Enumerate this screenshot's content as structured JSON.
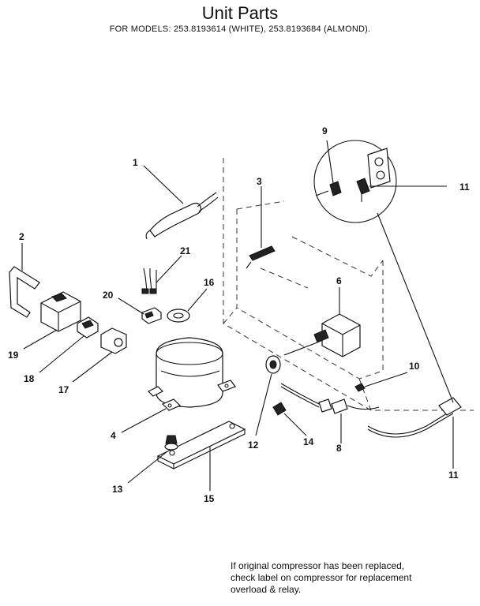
{
  "header": {
    "title": "Unit Parts",
    "subtitle": "FOR MODELS:  253.8193614 (WHITE), 253.8193684 (ALMOND)."
  },
  "callouts": [
    {
      "id": "c1",
      "label": "1"
    },
    {
      "id": "c2",
      "label": "2"
    },
    {
      "id": "c3",
      "label": "3"
    },
    {
      "id": "c4",
      "label": "4"
    },
    {
      "id": "c6",
      "label": "6"
    },
    {
      "id": "c8",
      "label": "8"
    },
    {
      "id": "c9",
      "label": "9"
    },
    {
      "id": "c10",
      "label": "10"
    },
    {
      "id": "c11a",
      "label": "11"
    },
    {
      "id": "c11b",
      "label": "11"
    },
    {
      "id": "c12",
      "label": "12"
    },
    {
      "id": "c13",
      "label": "13"
    },
    {
      "id": "c14",
      "label": "14"
    },
    {
      "id": "c15",
      "label": "15"
    },
    {
      "id": "c16",
      "label": "16"
    },
    {
      "id": "c17",
      "label": "17"
    },
    {
      "id": "c18",
      "label": "18"
    },
    {
      "id": "c19",
      "label": "19"
    },
    {
      "id": "c20",
      "label": "20"
    },
    {
      "id": "c21",
      "label": "21"
    }
  ],
  "note": {
    "lines": [
      "If original compressor has been replaced,",
      "check label on compressor for replacement",
      "overload & relay."
    ]
  }
}
